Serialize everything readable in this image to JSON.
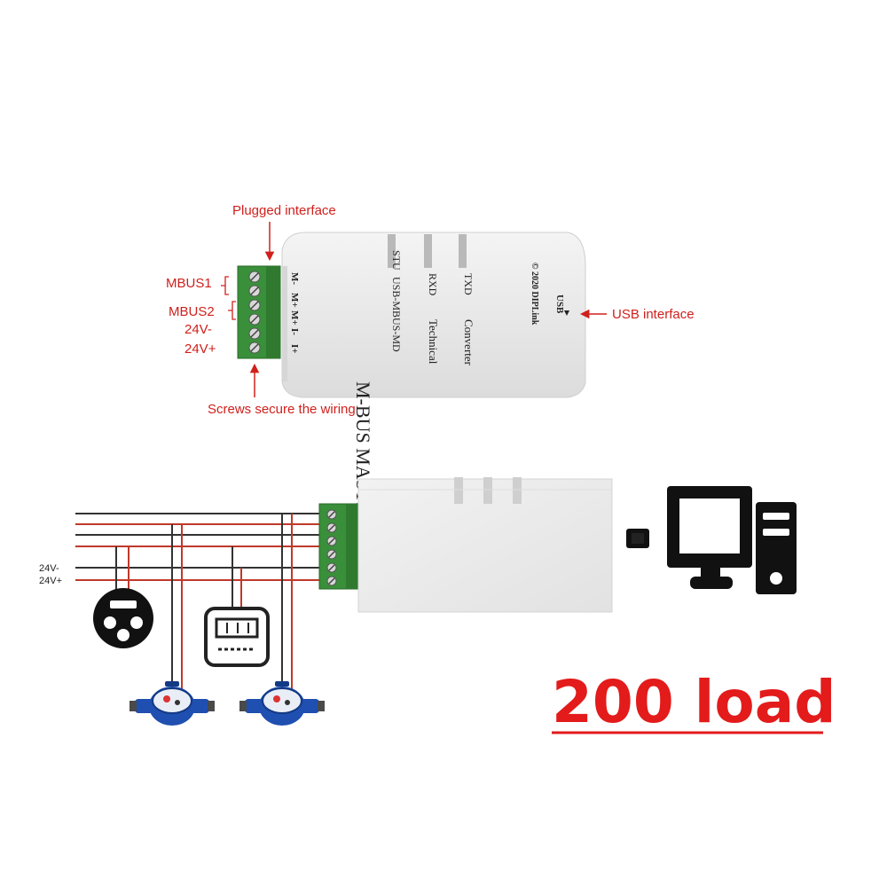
{
  "annotations": {
    "plugged_interface": "Plugged interface",
    "screws": "Screws secure the wiring",
    "usb_interface": "USB interface",
    "mbus1": "MBUS1",
    "mbus2": "MBUS2",
    "v24_minus": "24V-",
    "v24_plus": "24V+"
  },
  "device": {
    "title": "M-BUS MASTER",
    "model": "USB-MBUS-MD",
    "stu": "STU",
    "rxd": "RXD",
    "txd": "TXD",
    "technical": "Technical",
    "converter": "Converter",
    "brand": "© 2020 DIPLink",
    "usb": "USB",
    "pins": [
      "I+",
      "I-",
      "M+",
      "M+",
      "M-"
    ]
  },
  "wiring": {
    "v24_minus": "24V-",
    "v24_plus": "24V+"
  },
  "load_label": "200 load",
  "colors": {
    "accent_red": "#d0201c",
    "terminal_green": "#3a8f3a",
    "device_body": "#ececec",
    "meter_blue": "#1f4fb0",
    "wire_dark": "#333333",
    "wire_red": "#c0392b"
  },
  "icons": [
    "arrow-icon",
    "terminal-block-icon",
    "water-meter-icon",
    "smart-meter-icon",
    "electric-meter-icon",
    "usb-plug-icon",
    "computer-icon"
  ]
}
